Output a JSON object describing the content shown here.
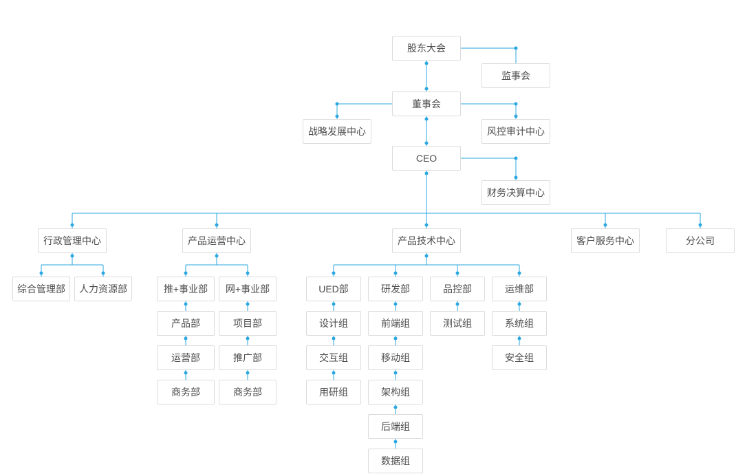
{
  "chart": {
    "type": "org-chart",
    "line_color": "#2aa7e0",
    "dot_color": "#2aa7e0",
    "box_border_color": "#dcdcdc",
    "box_text_color": "#4d4d4d",
    "box_bg_color": "#ffffff"
  },
  "nodes": {
    "shareholders_meeting": "股东大会",
    "supervisory_board": "监事会",
    "board_of_directors": "董事会",
    "strategy_development_center": "战略发展中心",
    "risk_audit_center": "风控审计中心",
    "ceo": "CEO",
    "finance_settlement_center": "财务决算中心",
    "admin_management_center": "行政管理中心",
    "product_operations_center": "产品运营中心",
    "product_technology_center": "产品技术中心",
    "customer_service_center": "客户服务中心",
    "branch_company": "分公司",
    "general_management_dept": "综合管理部",
    "human_resources_dept": "人力资源部",
    "tui_plus_division": "推+事业部",
    "wang_plus_division": "网+事业部",
    "product_dept": "产品部",
    "operations_dept": "运营部",
    "business_dept_tui": "商务部",
    "project_dept": "项目部",
    "promotion_dept": "推广部",
    "business_dept_wang": "商务部",
    "ued_dept": "UED部",
    "rnd_dept": "研发部",
    "quality_control_dept": "品控部",
    "ops_maintenance_dept": "运维部",
    "design_group": "设计组",
    "interaction_group": "交互组",
    "user_research_group": "用研组",
    "frontend_group": "前端组",
    "mobile_group": "移动组",
    "architecture_group": "架构组",
    "backend_group": "后端组",
    "data_group": "数据组",
    "testing_group": "测试组",
    "system_group": "系统组",
    "security_group": "安全组"
  }
}
